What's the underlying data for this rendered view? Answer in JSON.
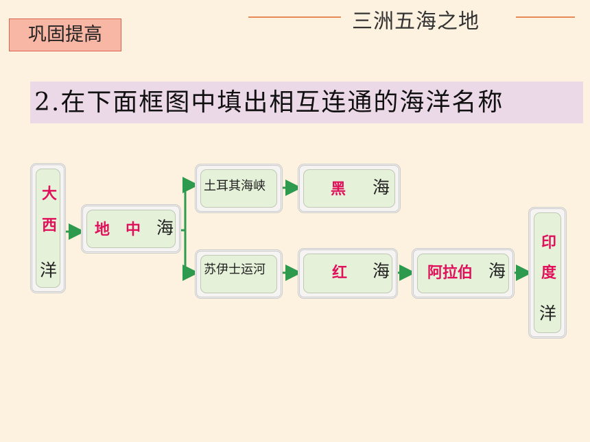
{
  "header": {
    "tag_label": "巩固提高",
    "title": "三洲五海之地"
  },
  "question": "2.在下面框图中填出相互连通的海洋名称",
  "diagram": {
    "atlantic": {
      "char1": "大",
      "char2": "西",
      "char3": "洋"
    },
    "mediterranean": {
      "answer1": "地",
      "answer2": "中",
      "suffix": "海"
    },
    "turkish_straits": {
      "label": "土耳其海峡"
    },
    "black_sea": {
      "answer": "黑",
      "suffix": "海"
    },
    "suez_canal": {
      "label": "苏伊士运河"
    },
    "red_sea": {
      "answer": "红",
      "suffix": "海"
    },
    "arabian_sea": {
      "answer": "阿拉伯",
      "suffix": "海"
    },
    "indian_ocean": {
      "char1": "印",
      "char2": "度",
      "char3": "洋"
    }
  },
  "colors": {
    "background": "#fdf1df",
    "answer_text": "#e0105a",
    "arrow": "#2e9a4d",
    "box_fill": "#e5f1d9"
  }
}
